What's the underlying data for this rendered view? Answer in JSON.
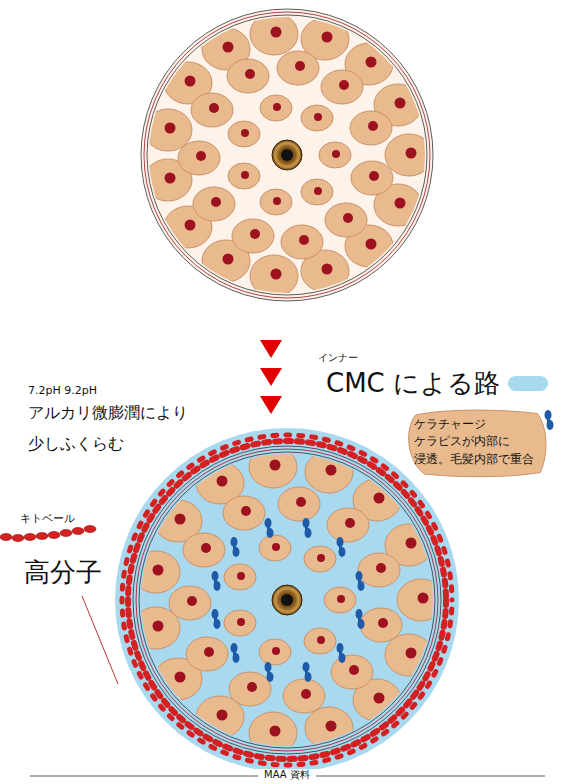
{
  "diagram": {
    "nodes": [
      {
        "text": [
          "ケラチャージ",
          "ケラピスが内部に 浸透。毛髪内部で重合"
        ]
      }
    ],
    "labels": [
      "インナー",
      "7.2pH 9.2pH",
      "アルカリ微膨潤により",
      "少しふくらむ",
      "キトベール",
      "高分子",
      "MAA 資料"
    ],
    "legend": [
      {
        "text": "CMC による路",
        "color": "#a9d9ef"
      }
    ]
  }
}
